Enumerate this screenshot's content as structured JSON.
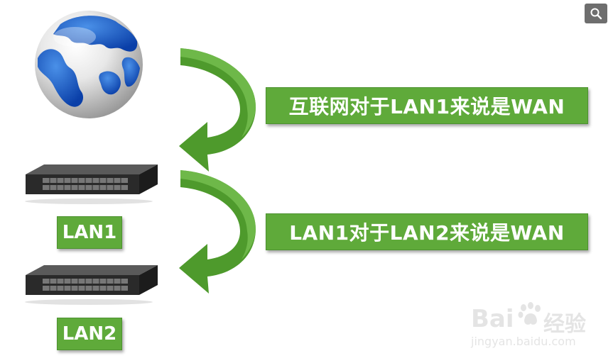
{
  "nodes": {
    "lan1_label": "LAN1",
    "lan2_label": "LAN2"
  },
  "statements": {
    "first": "互联网对于LAN1来说是WAN",
    "second": "LAN1对于LAN2来说是WAN"
  },
  "watermark": {
    "brand": "Bai",
    "brand_suffix": "经验",
    "url": "jingyan.baidu.com"
  },
  "toolbar": {
    "zoom_icon": "magnifier-icon"
  },
  "colors": {
    "accent_green": "#5faa3a",
    "arrow_green": "#4e9a2c"
  }
}
